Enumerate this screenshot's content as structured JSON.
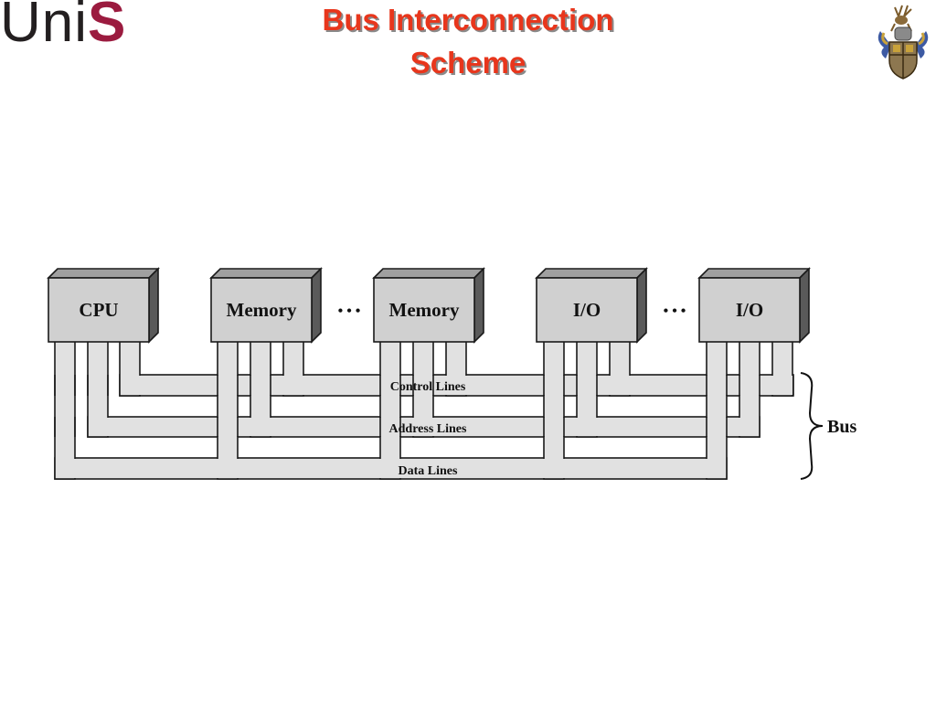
{
  "logo": {
    "uni": "Uni",
    "s": "S"
  },
  "title": {
    "line1": "Bus Interconnection",
    "line2": "Scheme"
  },
  "crest": {
    "icon": "university-coat-of-arms-icon"
  },
  "diagram": {
    "modules": [
      {
        "label": "CPU"
      },
      {
        "label": "Memory"
      },
      {
        "label": "Memory"
      },
      {
        "label": "I/O"
      },
      {
        "label": "I/O"
      }
    ],
    "ellipsis": "• • •",
    "lines": {
      "control": "Control Lines",
      "address": "Address Lines",
      "data": "Data Lines"
    },
    "bus_label": "Bus",
    "colors": {
      "module_front": "#d0d0d0",
      "module_top": "#a0a0a0",
      "module_side": "#5a5a5a",
      "line_fill": "#e1e1e1"
    }
  }
}
